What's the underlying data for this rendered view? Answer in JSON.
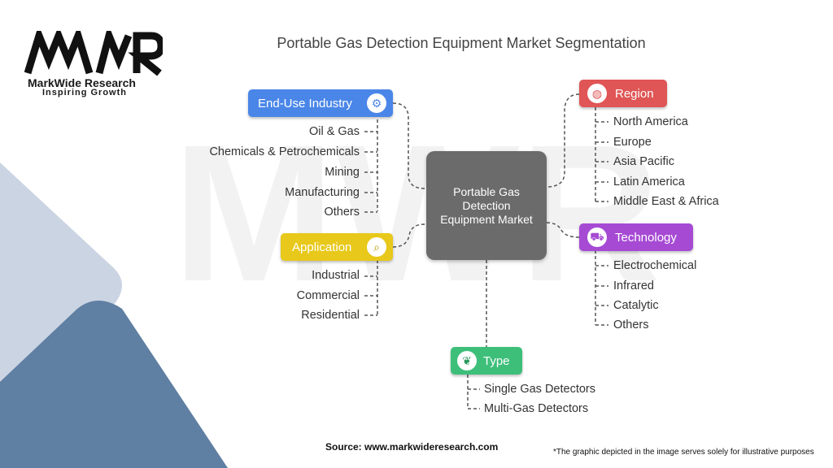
{
  "logo": {
    "mark": "MWR",
    "name": "MarkWide Research",
    "tagline": "Inspiring Growth"
  },
  "title": "Portable Gas Detection Equipment Market Segmentation",
  "center": "Portable Gas Detection Equipment Market",
  "colors": {
    "end_use": "#4a86e8",
    "application": "#e8c81a",
    "region": "#e05555",
    "technology": "#a64ad4",
    "type": "#3dbf7a",
    "center": "#6b6b6b"
  },
  "segments": {
    "end_use": {
      "label": "End-Use Industry",
      "icon": "factory-worker-icon",
      "items": [
        "Oil & Gas",
        "Chemicals & Petrochemicals",
        "Mining",
        "Manufacturing",
        "Others"
      ]
    },
    "application": {
      "label": "Application",
      "icon": "search-people-icon",
      "items": [
        "Industrial",
        "Commercial",
        "Residential"
      ]
    },
    "region": {
      "label": "Region",
      "icon": "globe-icon",
      "items": [
        "North America",
        "Europe",
        "Asia Pacific",
        "Latin America",
        "Middle East & Africa"
      ]
    },
    "technology": {
      "label": "Technology",
      "icon": "car-tech-icon",
      "items": [
        "Electrochemical",
        "Infrared",
        "Catalytic",
        "Others"
      ]
    },
    "type": {
      "label": "Type",
      "icon": "plant-icon",
      "items": [
        "Single Gas Detectors",
        "Multi-Gas Detectors"
      ]
    }
  },
  "source": "Source: www.markwideresearch.com",
  "note": "*The graphic depicted in the image serves solely for illustrative purposes"
}
